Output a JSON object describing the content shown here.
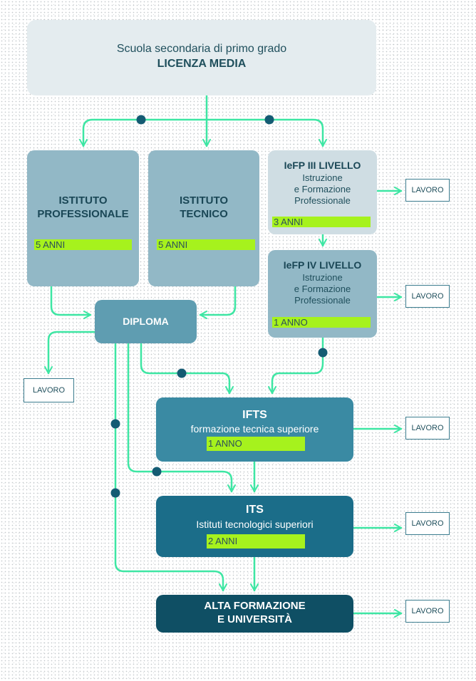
{
  "top": {
    "line1": "Scuola secondaria di primo grado",
    "line2": "LICENZA MEDIA"
  },
  "professionale": {
    "title1": "ISTITUTO",
    "title2": "PROFESSIONALE",
    "duration": "5 ANNI"
  },
  "tecnico": {
    "title1": "ISTITUTO",
    "title2": "TECNICO",
    "duration": "5 ANNI"
  },
  "iefp3": {
    "title": "IeFP III LIVELLO",
    "sub1": "Istruzione",
    "sub2": "e Formazione",
    "sub3": "Professionale",
    "duration": "3 ANNI"
  },
  "iefp4": {
    "title": "IeFP IV LIVELLO",
    "sub1": "Istruzione",
    "sub2": "e Formazione",
    "sub3": "Professionale",
    "duration": "1 ANNO"
  },
  "diploma": {
    "label": "DIPLOMA"
  },
  "ifts": {
    "title": "IFTS",
    "subtitle": "formazione tecnica superiore",
    "duration": "1 ANNO"
  },
  "its": {
    "title": "ITS",
    "subtitle": "Istituti tecnologici superiori",
    "duration": "2 ANNI"
  },
  "alta": {
    "line1": "ALTA FORMAZIONE",
    "line2": "E UNIVERSITÀ"
  },
  "lavoro": {
    "label": "LAVORO"
  },
  "colors": {
    "arrow": "#3de6a3",
    "dot": "#145b73",
    "bar": "#a6f21d"
  }
}
